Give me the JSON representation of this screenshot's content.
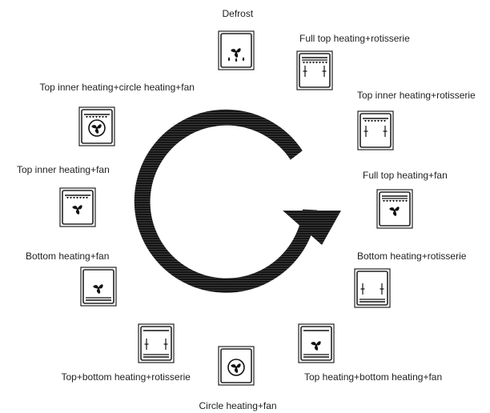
{
  "diagram": {
    "modes": [
      {
        "id": "defrost",
        "label": "Defrost",
        "icon": "defrost-icon"
      },
      {
        "id": "full-top-rotisserie",
        "label": "Full top heating+rotisserie",
        "icon": "full-top-heating-rotisserie-icon"
      },
      {
        "id": "top-inner-rotisserie",
        "label": "Top inner heating+rotisserie",
        "icon": "top-inner-heating-rotisserie-icon"
      },
      {
        "id": "full-top-fan",
        "label": "Full top heating+fan",
        "icon": "full-top-heating-fan-icon"
      },
      {
        "id": "bottom-rotisserie",
        "label": "Bottom heating+rotisserie",
        "icon": "bottom-heating-rotisserie-icon"
      },
      {
        "id": "top-bottom-fan",
        "label": "Top heating+bottom heating+fan",
        "icon": "top-bottom-heating-fan-icon"
      },
      {
        "id": "circle-fan",
        "label": "Circle heating+fan",
        "icon": "circle-heating-fan-icon"
      },
      {
        "id": "top-bottom-rotisserie",
        "label": "Top+bottom heating+rotisserie",
        "icon": "top-bottom-heating-rotisserie-icon"
      },
      {
        "id": "bottom-fan",
        "label": "Bottom heating+fan",
        "icon": "bottom-heating-fan-icon"
      },
      {
        "id": "top-inner-fan",
        "label": "Top inner heating+fan",
        "icon": "top-inner-heating-fan-icon"
      },
      {
        "id": "top-inner-circle-fan",
        "label": "Top inner heating+circle heating+fan",
        "icon": "top-inner-circle-heating-fan-icon"
      }
    ],
    "cycle_arrow": {
      "direction": "clockwise",
      "color": "#111111"
    }
  }
}
